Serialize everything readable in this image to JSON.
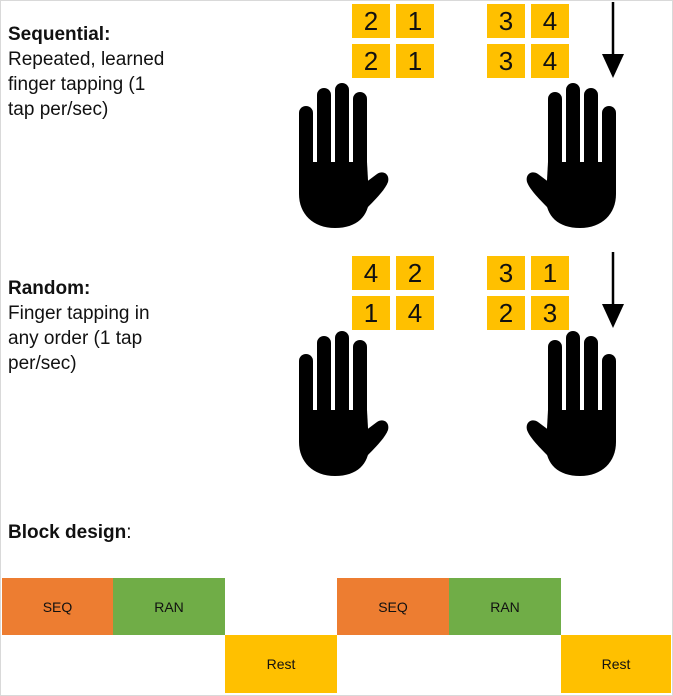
{
  "sequential": {
    "title": "Sequential:",
    "lines": [
      "Repeated, learned",
      "finger tapping (1",
      "tap per/sec)"
    ],
    "left_grid": [
      "2",
      "1",
      "2",
      "1"
    ],
    "right_grid": [
      "3",
      "4",
      "3",
      "4"
    ]
  },
  "random": {
    "title": "Random:",
    "lines": [
      "Finger tapping in",
      "any order (1  tap",
      "per/sec)"
    ],
    "left_grid": [
      "4",
      "2",
      "1",
      "4"
    ],
    "right_grid": [
      "3",
      "1",
      "2",
      "3"
    ]
  },
  "block_design": {
    "title": "Block design",
    "colon": ":",
    "blocks": [
      {
        "label": "SEQ",
        "color": "#ed7d31"
      },
      {
        "label": "RAN",
        "color": "#70ad47"
      },
      {
        "label": "Rest",
        "color": "#ffc000"
      },
      {
        "label": "SEQ",
        "color": "#ed7d31"
      },
      {
        "label": "RAN",
        "color": "#70ad47"
      },
      {
        "label": "Rest",
        "color": "#ffc000"
      }
    ]
  },
  "colors": {
    "number_box": "#ffc000",
    "hand": "#000000",
    "arrow": "#000000"
  },
  "icons": [
    "left-hand-icon",
    "right-hand-icon",
    "down-arrow-icon"
  ]
}
